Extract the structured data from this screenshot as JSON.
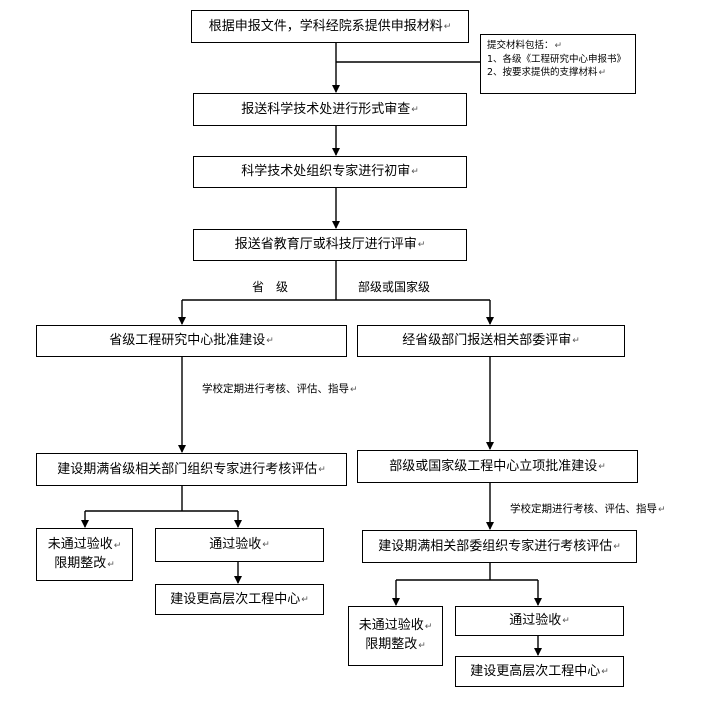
{
  "nodes": {
    "n1": "根据申报文件，学科经院系提供申报材料",
    "n2": "报送科学技术处进行形式审查",
    "n3": "科学技术处组织专家进行初审",
    "n4": "报送省教育厅或科技厅进行评审",
    "n5_left": "省级工程研究中心批准建设",
    "n5_right": "经省级部门报送相关部委评审",
    "n6_left": "建设期满省级相关部门组织专家进行考核评估",
    "n6_right": "部级或国家级工程中心立项批准建设",
    "n7_right": "建设期满相关部委组织专家进行考核评估",
    "left_fail_line1": "未通过验收",
    "left_fail_line2": "限期整改",
    "left_pass": "通过验收",
    "left_build": "建设更高层次工程中心",
    "right_fail_line1": "未通过验收",
    "right_fail_line2": "限期整改",
    "right_pass": "通过验收",
    "right_build": "建设更高层次工程中心"
  },
  "note": {
    "line1": "提交材料包括：",
    "line2": "1、各级《工程研究中心申报书》",
    "line3": "2、按要求提供的支撑材料"
  },
  "labels": {
    "provincial": "省　级",
    "national": "部级或国家级",
    "left_check": "学校定期进行考核、评估、指导",
    "right_check": "学校定期进行考核、评估、指导"
  },
  "paragraph_mark": "↵"
}
